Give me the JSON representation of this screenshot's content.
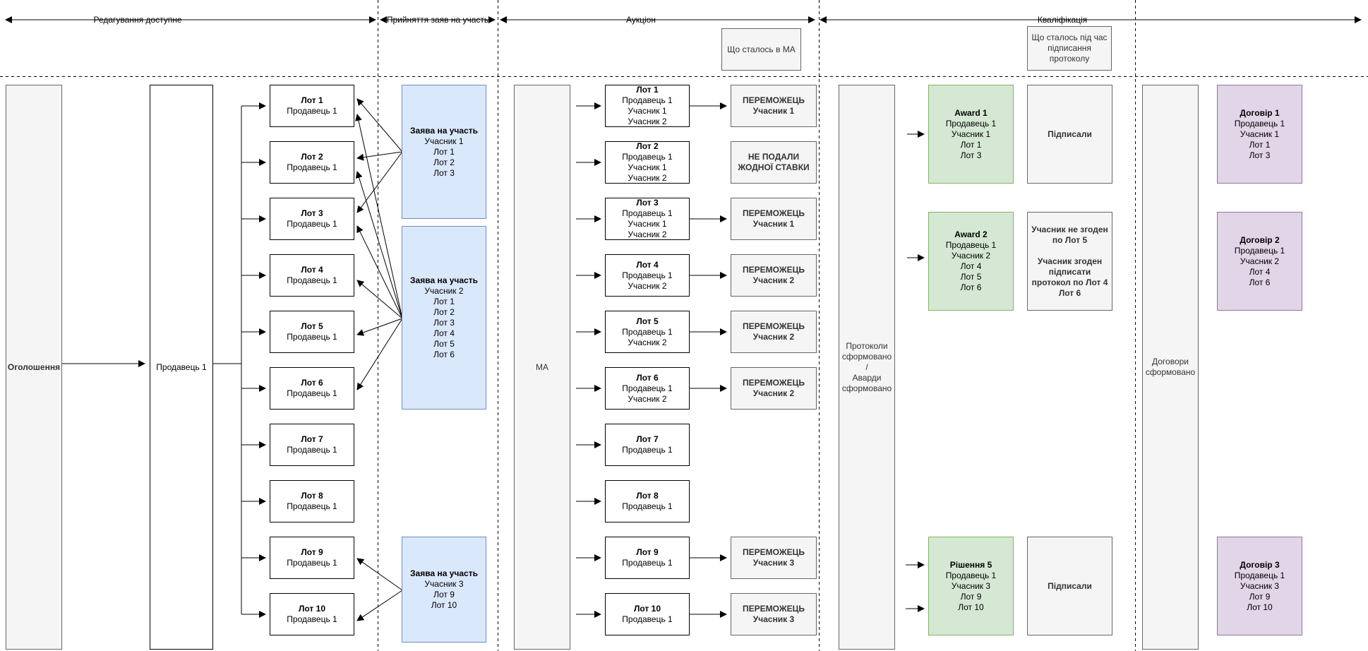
{
  "phases": [
    {
      "label": "Редагування доступне"
    },
    {
      "label": "Прийняття заяв на участь"
    },
    {
      "label": "Аукціон"
    },
    {
      "label": "Кваліфікація"
    }
  ],
  "notes": {
    "ma_note": {
      "lines": [
        "Що сталось в МА"
      ]
    },
    "protocol_note": {
      "lines": [
        "Що сталось під час",
        "підписання",
        "протоколу"
      ]
    }
  },
  "columns": {
    "announcement": {
      "lines": [
        "Оголошення"
      ]
    },
    "seller": {
      "lines": [
        "Продавець 1"
      ]
    },
    "ma": {
      "lines": [
        "МА"
      ]
    },
    "protocols": {
      "lines": [
        "Протоколи",
        "сформовано",
        "/",
        "Аварди",
        "сформовано"
      ]
    },
    "contracts": {
      "lines": [
        "Договори",
        "сформовано"
      ]
    }
  },
  "edit_lots": [
    {
      "lines": [
        "Лот 1",
        "Продавець 1"
      ]
    },
    {
      "lines": [
        "Лот 2",
        "Продавець 1"
      ]
    },
    {
      "lines": [
        "Лот 3",
        "Продавець 1"
      ]
    },
    {
      "lines": [
        "Лот 4",
        "Продавець 1"
      ]
    },
    {
      "lines": [
        "Лот 5",
        "Продавець 1"
      ]
    },
    {
      "lines": [
        "Лот 6",
        "Продавець 1"
      ]
    },
    {
      "lines": [
        "Лот 7",
        "Продавець 1"
      ]
    },
    {
      "lines": [
        "Лот 8",
        "Продавець 1"
      ]
    },
    {
      "lines": [
        "Лот 9",
        "Продавець 1"
      ]
    },
    {
      "lines": [
        "Лот 10",
        "Продавець 1"
      ]
    }
  ],
  "applications": [
    {
      "lines": [
        "Заява на участь",
        "Учасник 1",
        "Лот 1",
        "Лот 2",
        "Лот 3"
      ]
    },
    {
      "lines": [
        "Заява на участь",
        "Учасник 2",
        "Лот 1",
        "Лот 2",
        "Лот 3",
        "Лот 4",
        "Лот 5",
        "Лот 6"
      ]
    },
    {
      "lines": [
        "Заява на участь",
        "Учасник 3",
        "Лот 9",
        "Лот 10"
      ]
    }
  ],
  "auction_lots": [
    {
      "lines": [
        "Лот 1",
        "Продавець 1",
        "Учасник 1",
        "Учасник 2"
      ]
    },
    {
      "lines": [
        "Лот 2",
        "Продавець 1",
        "Учасник 1",
        "Учасник 2"
      ]
    },
    {
      "lines": [
        "Лот 3",
        "Продавець 1",
        "Учасник 1",
        "Учасник 2"
      ]
    },
    {
      "lines": [
        "Лот 4",
        "Продавець 1",
        "Учасник 2"
      ]
    },
    {
      "lines": [
        "Лот 5",
        "Продавець 1",
        "Учасник 2"
      ]
    },
    {
      "lines": [
        "Лот 6",
        "Продавець 1",
        "Учасник 2"
      ]
    },
    {
      "lines": [
        "Лот 7",
        "Продавець 1"
      ]
    },
    {
      "lines": [
        "Лот 8",
        "Продавець 1"
      ]
    },
    {
      "lines": [
        "Лот 9",
        "Продавець 1"
      ]
    },
    {
      "lines": [
        "Лот 10",
        "Продавець 1"
      ]
    }
  ],
  "results": [
    {
      "lines": [
        "ПЕРЕМОЖЕЦЬ",
        "Учасник 1"
      ]
    },
    {
      "lines": [
        "НЕ ПОДАЛИ",
        "ЖОДНОЇ СТАВКИ"
      ]
    },
    {
      "lines": [
        "ПЕРЕМОЖЕЦЬ",
        "Учасник 1"
      ]
    },
    {
      "lines": [
        "ПЕРЕМОЖЕЦЬ",
        "Учасник 2"
      ]
    },
    {
      "lines": [
        "ПЕРЕМОЖЕЦЬ",
        "Учасник 2"
      ]
    },
    {
      "lines": [
        "ПЕРЕМОЖЕЦЬ",
        "Учасник 2"
      ]
    },
    {
      "lines": [
        "ПЕРЕМОЖЕЦЬ",
        "Учасник 3"
      ]
    },
    {
      "lines": [
        "ПЕРЕМОЖЕЦЬ",
        "Учасник 3"
      ]
    }
  ],
  "awards": [
    {
      "lines": [
        "Award 1",
        "Продавець 1",
        "Учасник 1",
        "Лот 1",
        "Лот 3"
      ]
    },
    {
      "lines": [
        "Award 2",
        "Продавець 1",
        "Учасник 2",
        "Лот 4",
        "Лот 5",
        "Лот 6"
      ]
    },
    {
      "lines": [
        "Рішення 5",
        "Продавець 1",
        "Учасник 3",
        "Лот 9",
        "Лот 10"
      ]
    }
  ],
  "award_outcomes": [
    {
      "lines": [
        "Підписали"
      ]
    },
    {
      "lines": [
        "Учасник не згоден",
        "по Лот 5",
        "",
        "Учасник згоден",
        "підписати",
        "протокол по Лот 4",
        "Лот 6"
      ]
    },
    {
      "lines": [
        "Підписали"
      ]
    }
  ],
  "contract_boxes": [
    {
      "lines": [
        "Договір 1",
        "Продавець 1",
        "Учасник 1",
        "Лот 1",
        "Лот 3"
      ]
    },
    {
      "lines": [
        "Договір 2",
        "Продавець 1",
        "Учасник 2",
        "Лот 4",
        "Лот 6"
      ]
    },
    {
      "lines": [
        "Договір 3",
        "Продавець 1",
        "Учасник 3",
        "Лот 9",
        "Лот 10"
      ]
    }
  ],
  "colors": {
    "application_fill": "#dae8fc",
    "application_border": "#6c8ebf",
    "award_fill": "#d5e8d4",
    "award_border": "#82b366",
    "contract_fill": "#e1d5e7",
    "contract_border": "#9673a6",
    "status_fill": "#f5f5f5",
    "status_border": "#666666",
    "status_text": "#333333",
    "line": "#000000"
  }
}
